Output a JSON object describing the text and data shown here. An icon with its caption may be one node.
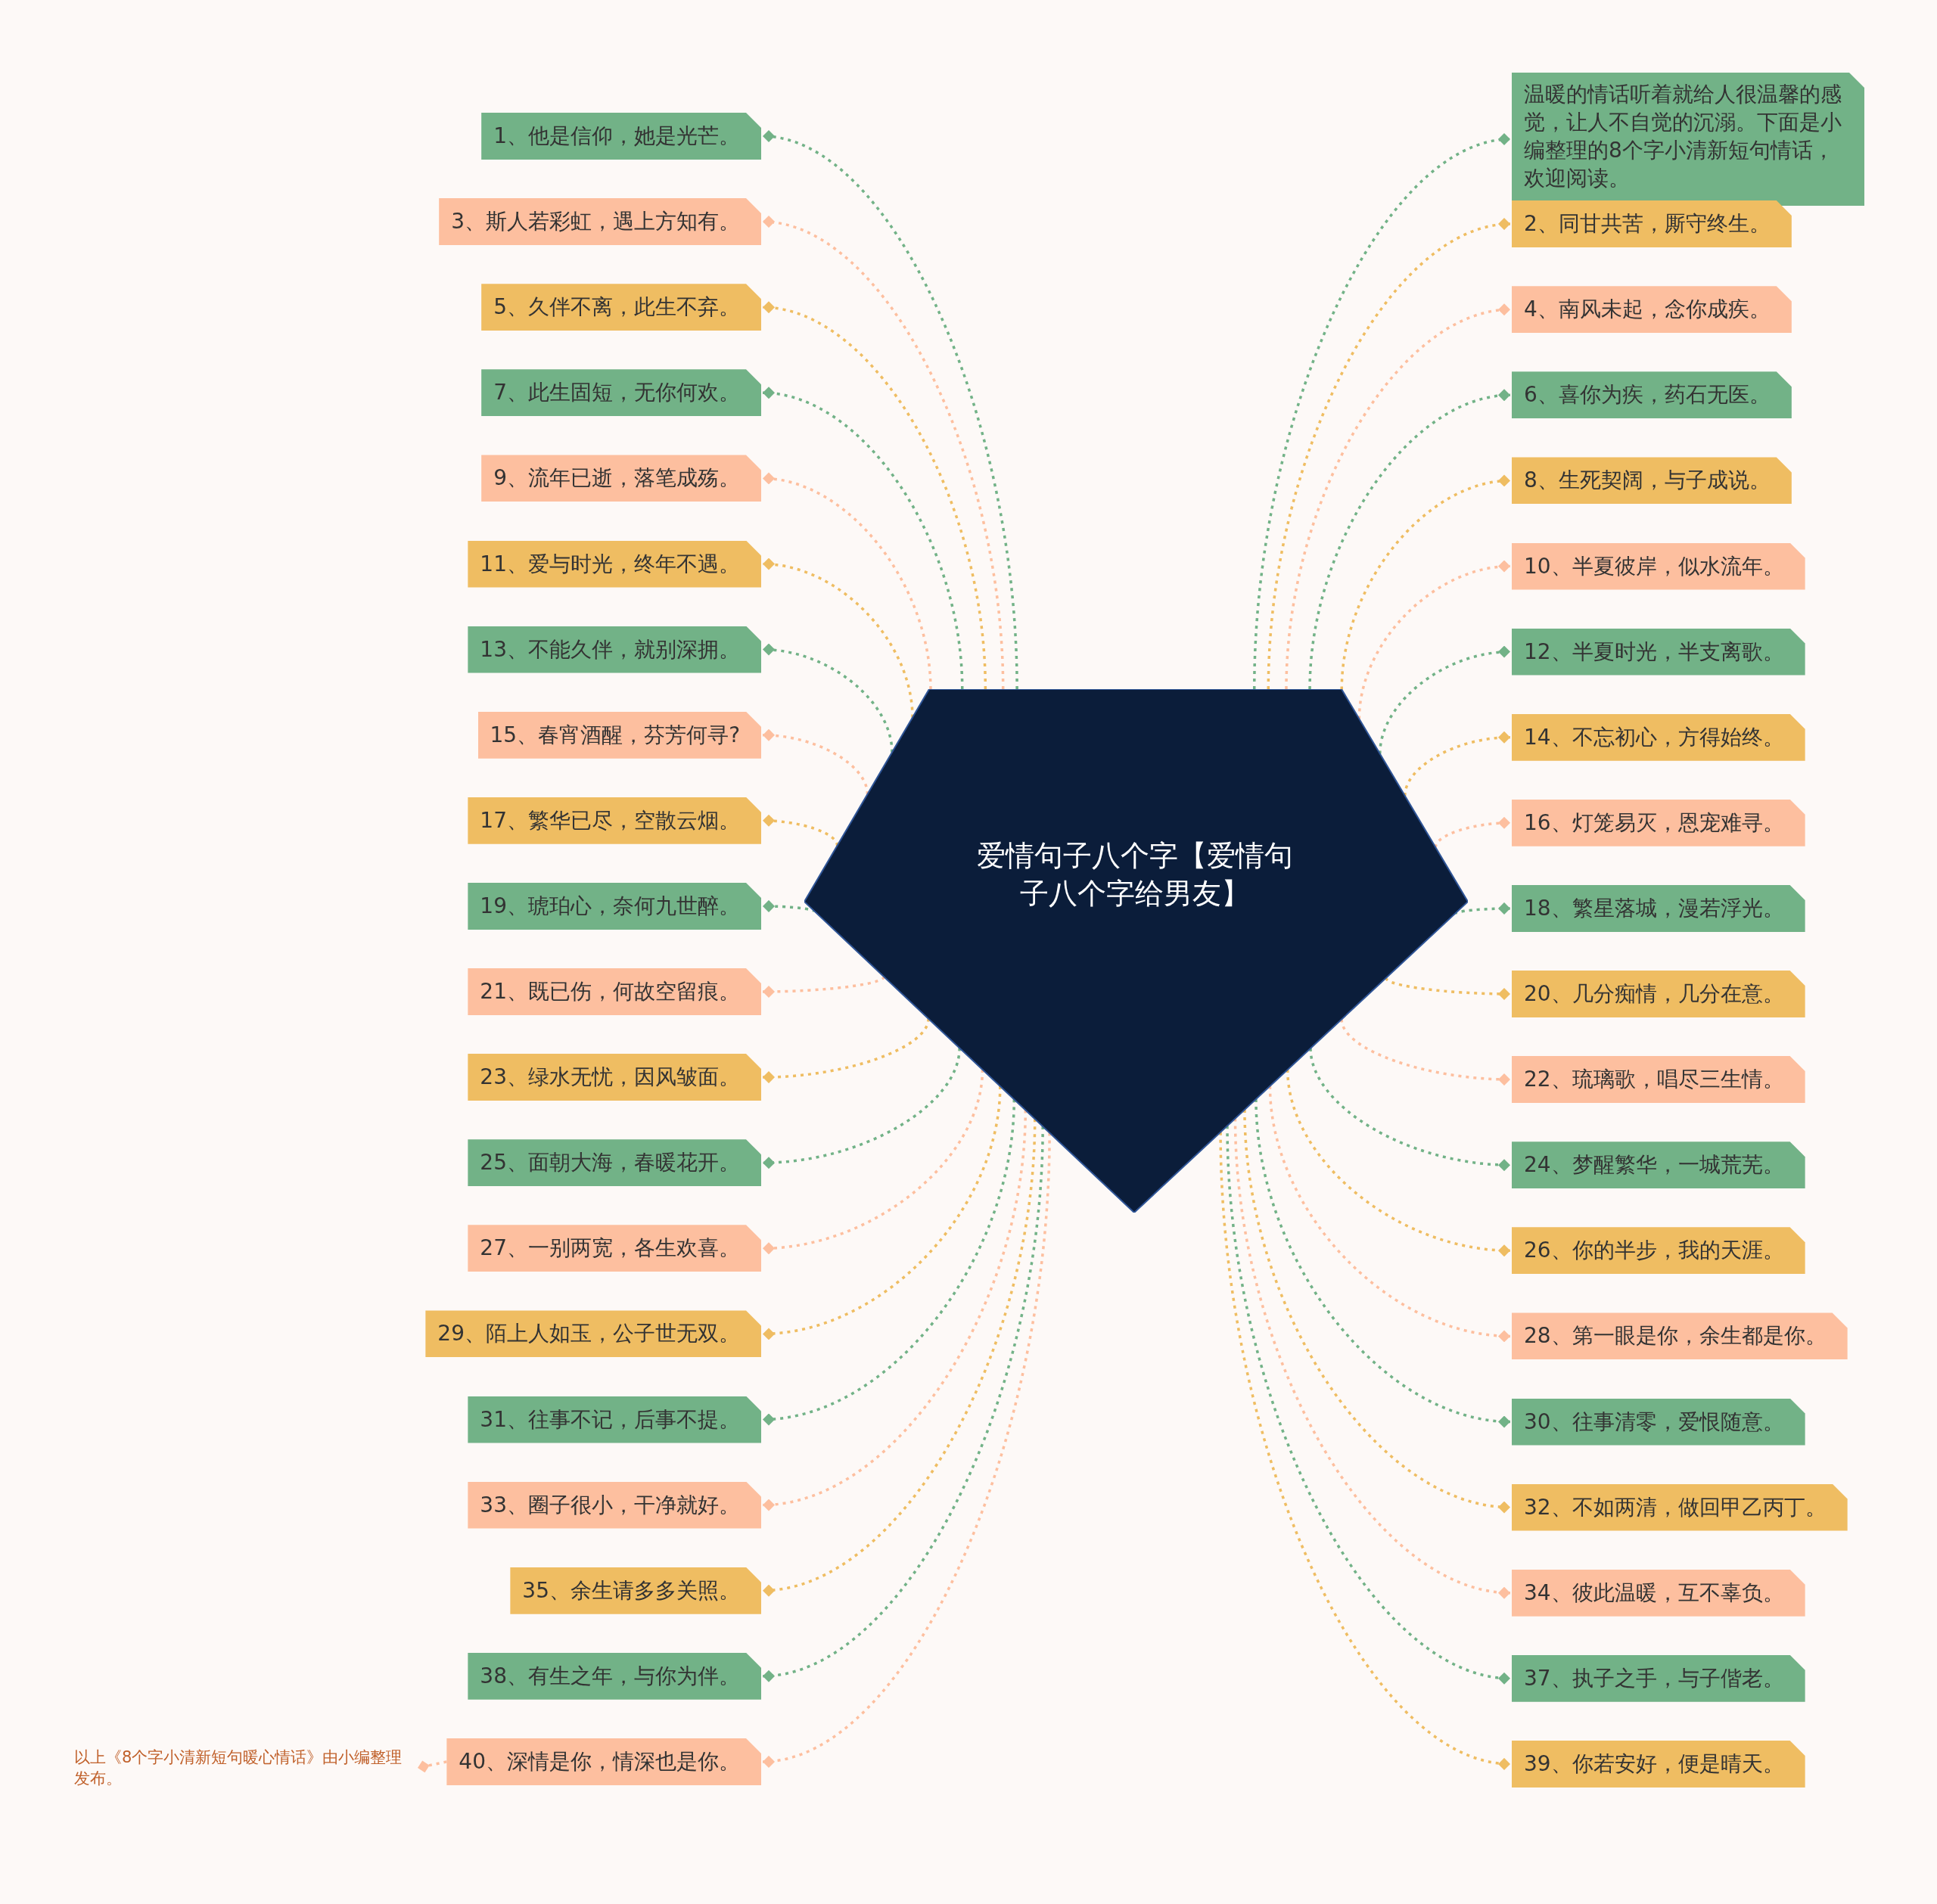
{
  "diagram": {
    "nodes": [
      {
        "text": [
          "爱情句子八个字【爱情句子八个字给男友】"
        ]
      },
      {
        "text": [
          "1、他是信仰，她是光芒。"
        ]
      },
      {
        "text": [
          "3、斯人若彩虹，遇上方知有。"
        ]
      },
      {
        "text": [
          "5、久伴不离，此生不弃。"
        ]
      },
      {
        "text": [
          "7、此生固短，无你何欢。"
        ]
      },
      {
        "text": [
          "9、流年已逝，落笔成殇。"
        ]
      },
      {
        "text": [
          "11、爱与时光，终年不遇。"
        ]
      },
      {
        "text": [
          "13、不能久伴，就别深拥。"
        ]
      },
      {
        "text": [
          "15、春宵酒醒，芬芳何寻?"
        ]
      },
      {
        "text": [
          "17、繁华已尽，空散云烟。"
        ]
      },
      {
        "text": [
          "19、琥珀心，奈何九世醉。"
        ]
      },
      {
        "text": [
          "21、既已伤，何故空留痕。"
        ]
      },
      {
        "text": [
          "23、绿水无忧，因风皱面。"
        ]
      },
      {
        "text": [
          "25、面朝大海，春暖花开。"
        ]
      },
      {
        "text": [
          "27、一别两宽，各生欢喜。"
        ]
      },
      {
        "text": [
          "29、陌上人如玉，公子世无双。"
        ]
      },
      {
        "text": [
          "31、往事不记，后事不提。"
        ]
      },
      {
        "text": [
          "33、圈子很小，干净就好。"
        ]
      },
      {
        "text": [
          "35、余生请多多关照。"
        ]
      },
      {
        "text": [
          "38、有生之年，与你为伴。"
        ]
      },
      {
        "text": [
          "40、深情是你，情深也是你。"
        ]
      },
      {
        "text": [
          "以上《8个字小清新短句暖心情话》由小编整理发布。"
        ]
      },
      {
        "text": [
          "温暖的情话听着就给人很温馨的感觉，让人不自觉的沉溺。下面是小编整理的8个字小清新短句情话，欢迎阅读。"
        ]
      },
      {
        "text": [
          "2、同甘共苦，厮守终生。"
        ]
      },
      {
        "text": [
          "4、南风未起，念你成疾。"
        ]
      },
      {
        "text": [
          "6、喜你为疾，药石无医。"
        ]
      },
      {
        "text": [
          "8、生死契阔，与子成说。"
        ]
      },
      {
        "text": [
          "10、半夏彼岸，似水流年。"
        ]
      },
      {
        "text": [
          "12、半夏时光，半支离歌。"
        ]
      },
      {
        "text": [
          "14、不忘初心，方得始终。"
        ]
      },
      {
        "text": [
          "16、灯笼易灭，恩宠难寻。"
        ]
      },
      {
        "text": [
          "18、繁星落城，漫若浮光。"
        ]
      },
      {
        "text": [
          "20、几分痴情，几分在意。"
        ]
      },
      {
        "text": [
          "22、琉璃歌，唱尽三生情。"
        ]
      },
      {
        "text": [
          "24、梦醒繁华，一城荒芜。"
        ]
      },
      {
        "text": [
          "26、你的半步，我的天涯。"
        ]
      },
      {
        "text": [
          "28、第一眼是你，余生都是你。"
        ]
      },
      {
        "text": [
          "30、往事清零，爱恨随意。"
        ]
      },
      {
        "text": [
          "32、不如两清，做回甲乙丙丁。"
        ]
      },
      {
        "text": [
          "34、彼此温暖，互不辜负。"
        ]
      },
      {
        "text": [
          "37、执子之手，与子偕老。"
        ]
      },
      {
        "text": [
          "39、你若安好，便是晴天。"
        ]
      }
    ],
    "edges": [
      {
        "from": 0,
        "to": 1,
        "arrow": "other",
        "style": "dashed",
        "color": "#72b287"
      },
      {
        "from": 0,
        "to": 2,
        "arrow": "other",
        "style": "dashed",
        "color": "#fdbf9f"
      },
      {
        "from": 0,
        "to": 3,
        "arrow": "other",
        "style": "dashed",
        "color": "#efbd62"
      },
      {
        "from": 0,
        "to": 4,
        "arrow": "other",
        "style": "dashed",
        "color": "#72b287"
      },
      {
        "from": 0,
        "to": 5,
        "arrow": "other",
        "style": "dashed",
        "color": "#fdbf9f"
      },
      {
        "from": 0,
        "to": 6,
        "arrow": "other",
        "style": "dashed",
        "color": "#efbd62"
      },
      {
        "from": 0,
        "to": 7,
        "arrow": "other",
        "style": "dashed",
        "color": "#72b287"
      },
      {
        "from": 0,
        "to": 8,
        "arrow": "other",
        "style": "dashed",
        "color": "#fdbf9f"
      },
      {
        "from": 0,
        "to": 9,
        "arrow": "other",
        "style": "dashed",
        "color": "#efbd62"
      },
      {
        "from": 0,
        "to": 10,
        "arrow": "other",
        "style": "dashed",
        "color": "#72b287"
      },
      {
        "from": 0,
        "to": 11,
        "arrow": "other",
        "style": "dashed",
        "color": "#fdbf9f"
      },
      {
        "from": 0,
        "to": 12,
        "arrow": "other",
        "style": "dashed",
        "color": "#efbd62"
      },
      {
        "from": 0,
        "to": 13,
        "arrow": "other",
        "style": "dashed",
        "color": "#72b287"
      },
      {
        "from": 0,
        "to": 14,
        "arrow": "other",
        "style": "dashed",
        "color": "#fdbf9f"
      },
      {
        "from": 0,
        "to": 15,
        "arrow": "other",
        "style": "dashed",
        "color": "#efbd62"
      },
      {
        "from": 0,
        "to": 16,
        "arrow": "other",
        "style": "dashed",
        "color": "#72b287"
      },
      {
        "from": 0,
        "to": 17,
        "arrow": "other",
        "style": "dashed",
        "color": "#fdbf9f"
      },
      {
        "from": 0,
        "to": 18,
        "arrow": "other",
        "style": "dashed",
        "color": "#efbd62"
      },
      {
        "from": 0,
        "to": 19,
        "arrow": "other",
        "style": "dashed",
        "color": "#72b287"
      },
      {
        "from": 0,
        "to": 20,
        "arrow": "other",
        "style": "dashed",
        "color": "#fdbf9f"
      },
      {
        "from": 20,
        "to": 21,
        "arrow": "other",
        "style": "dashed",
        "color": "#fdbf9f"
      },
      {
        "from": 0,
        "to": 22,
        "arrow": "other",
        "style": "dashed",
        "color": "#72b287"
      },
      {
        "from": 0,
        "to": 23,
        "arrow": "other",
        "style": "dashed",
        "color": "#efbd62"
      },
      {
        "from": 0,
        "to": 24,
        "arrow": "other",
        "style": "dashed",
        "color": "#fdbf9f"
      },
      {
        "from": 0,
        "to": 25,
        "arrow": "other",
        "style": "dashed",
        "color": "#72b287"
      },
      {
        "from": 0,
        "to": 26,
        "arrow": "other",
        "style": "dashed",
        "color": "#efbd62"
      },
      {
        "from": 0,
        "to": 27,
        "arrow": "other",
        "style": "dashed",
        "color": "#fdbf9f"
      },
      {
        "from": 0,
        "to": 28,
        "arrow": "other",
        "style": "dashed",
        "color": "#72b287"
      },
      {
        "from": 0,
        "to": 29,
        "arrow": "other",
        "style": "dashed",
        "color": "#efbd62"
      },
      {
        "from": 0,
        "to": 30,
        "arrow": "other",
        "style": "dashed",
        "color": "#fdbf9f"
      },
      {
        "from": 0,
        "to": 31,
        "arrow": "other",
        "style": "dashed",
        "color": "#72b287"
      },
      {
        "from": 0,
        "to": 32,
        "arrow": "other",
        "style": "dashed",
        "color": "#efbd62"
      },
      {
        "from": 0,
        "to": 33,
        "arrow": "other",
        "style": "dashed",
        "color": "#fdbf9f"
      },
      {
        "from": 0,
        "to": 34,
        "arrow": "other",
        "style": "dashed",
        "color": "#72b287"
      },
      {
        "from": 0,
        "to": 35,
        "arrow": "other",
        "style": "dashed",
        "color": "#efbd62"
      },
      {
        "from": 0,
        "to": 36,
        "arrow": "other",
        "style": "dashed",
        "color": "#fdbf9f"
      },
      {
        "from": 0,
        "to": 37,
        "arrow": "other",
        "style": "dashed",
        "color": "#72b287"
      },
      {
        "from": 0,
        "to": 38,
        "arrow": "other",
        "style": "dashed",
        "color": "#efbd62"
      },
      {
        "from": 0,
        "to": 39,
        "arrow": "other",
        "style": "dashed",
        "color": "#fdbf9f"
      },
      {
        "from": 0,
        "to": 40,
        "arrow": "other",
        "style": "dashed",
        "color": "#72b287"
      },
      {
        "from": 0,
        "to": 41,
        "arrow": "other",
        "style": "dashed",
        "color": "#efbd62"
      }
    ]
  }
}
